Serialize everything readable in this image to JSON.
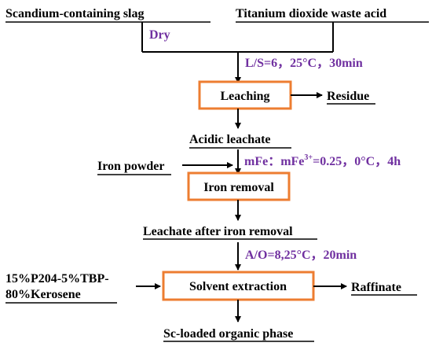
{
  "colors": {
    "text": "#000000",
    "condition_text": "#7030A0",
    "process_box_border": "#ED7D31",
    "line": "#000000",
    "background": "#ffffff"
  },
  "inputs": {
    "slag": "Scandium-containing slag",
    "acid": "Titanium dioxide waste acid",
    "iron_powder": "Iron powder",
    "extractant_line1": "15%P204-5%TBP-",
    "extractant_line2": "80%Kerosene"
  },
  "conditions": {
    "dry": "Dry",
    "leaching": "L/S=6，25°C，30min",
    "iron_removal_prefix": "mFe：mFe",
    "iron_removal_sup": "3+",
    "iron_removal_suffix": "=0.25，0°C，4h",
    "extraction": "A/O=8,25°C，20min"
  },
  "processes": {
    "leaching": "Leaching",
    "iron_removal": "Iron removal",
    "solvent_extraction": "Solvent extraction"
  },
  "products": {
    "residue": "Residue",
    "acidic_leachate": "Acidic leachate",
    "leachate_after_iron_removal": "Leachate after iron removal",
    "raffinate": "Raffinate",
    "sc_loaded_organic": "Sc-loaded organic phase"
  }
}
